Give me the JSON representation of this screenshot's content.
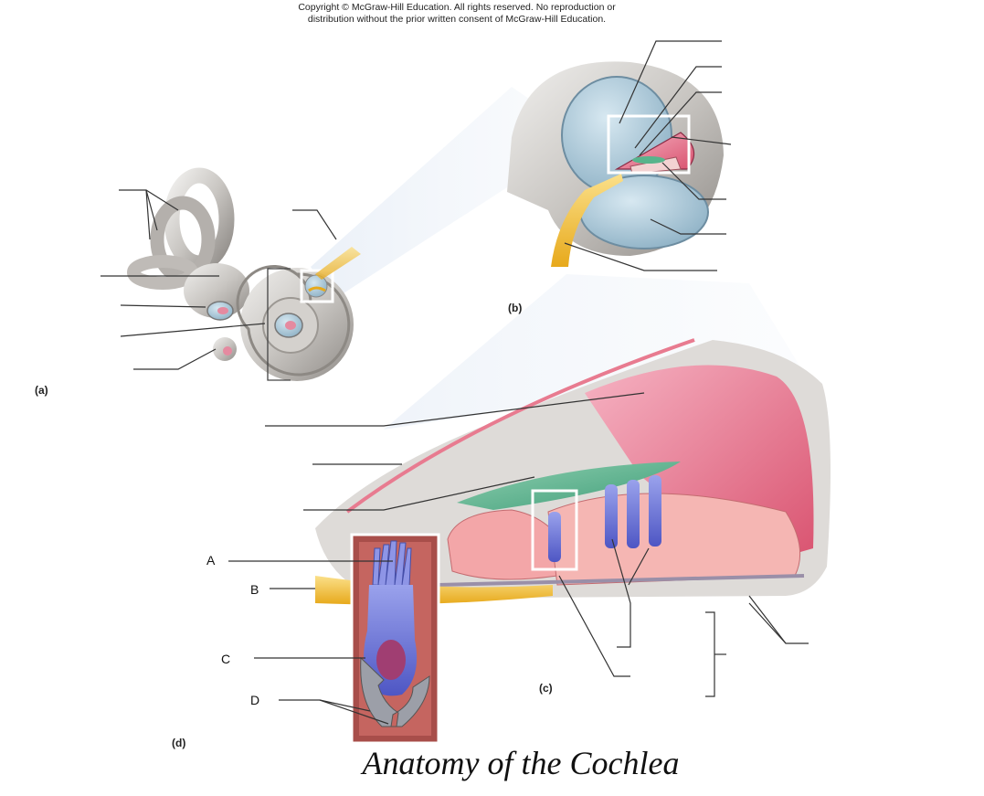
{
  "copyright": {
    "line1": "Copyright © McGraw-Hill Education.  All rights reserved. No reproduction or",
    "line2": "distribution without the prior written consent of McGraw-Hill Education."
  },
  "panels": {
    "a": "(a)",
    "b": "(b)",
    "c": "(c)",
    "d": "(d)"
  },
  "labels": {
    "A": "A",
    "B": "B",
    "C": "C",
    "D": "D"
  },
  "title": "Anatomy of the Cochlea",
  "colors": {
    "bone": "#c9c6c2",
    "perilymph": "#a9c8d8",
    "endolymph": "#e9a2b0",
    "tectorial": "#58b48c",
    "nerve": "#f2c23a",
    "hair_cell": "#6b74d6",
    "tissue": "#f3a6a8"
  }
}
